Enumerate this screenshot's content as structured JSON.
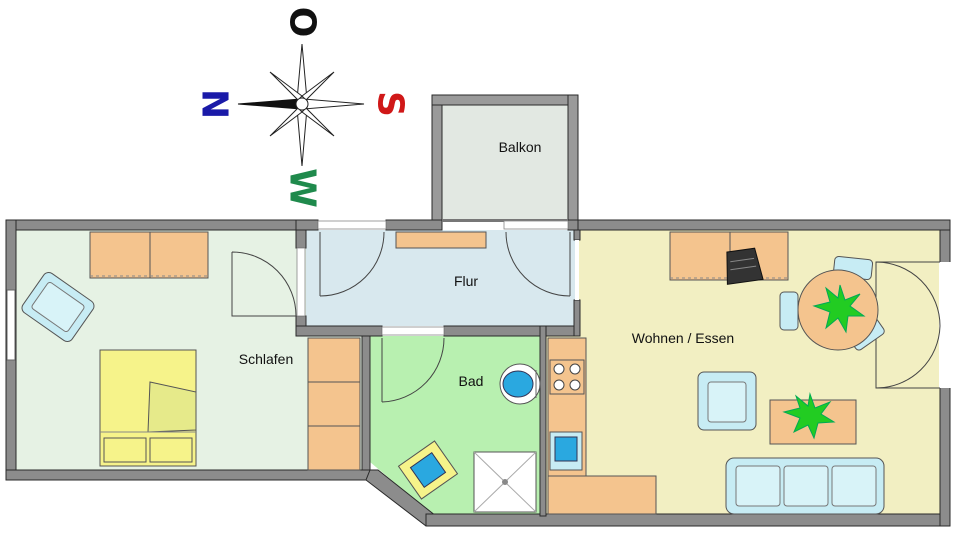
{
  "compass": {
    "north": "N",
    "south": "S",
    "east": "O",
    "west": "W",
    "colors": {
      "north": "#1a1aa8",
      "south": "#d01818",
      "east": "#111111",
      "west": "#1f8a4c"
    }
  },
  "rooms": {
    "balkon": "Balkon",
    "flur": "Flur",
    "schlafen": "Schlafen",
    "bad": "Bad",
    "wohnen": "Wohnen / Essen"
  },
  "colors": {
    "balkon": "#e2e8e2",
    "flur": "#d8e8ee",
    "schlafen": "#e6f2e4",
    "bad": "#b8f0b0",
    "wohnen": "#f2efc2",
    "cabinet": "#f4c48e",
    "furniture": "#c7ecf4",
    "bed": "#f6f38a",
    "plant": "#22cc22"
  }
}
